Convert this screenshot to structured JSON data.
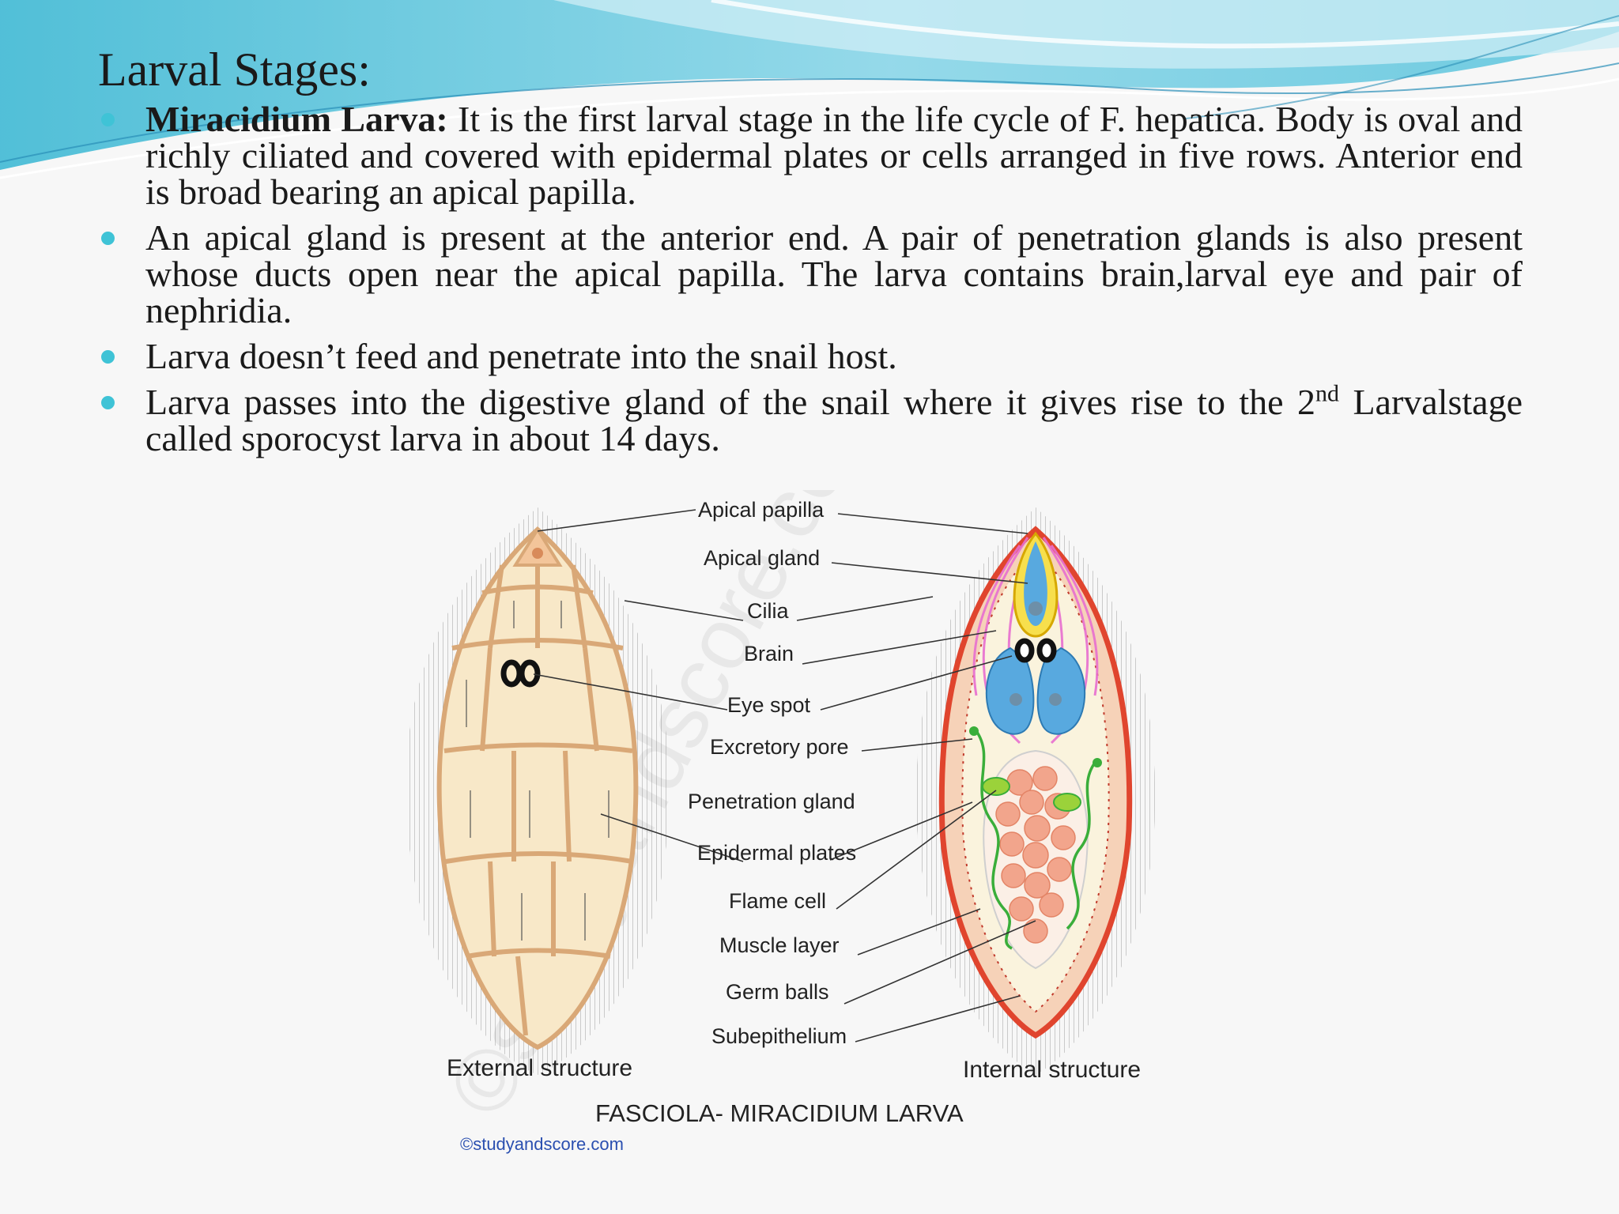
{
  "slide": {
    "title": "Larval Stages:",
    "bullets": [
      {
        "bold": "Miracidium Larva:",
        "text": " It is the first larval stage in the life cycle of F. hepatica. Body is oval and richly ciliated and covered with epidermal plates or cells arranged in five rows. Anterior end is broad bearing an apical papilla."
      },
      {
        "bold": "",
        "text": "An apical gland is present at the anterior end. A pair of penetration glands is also present whose ducts open near the apical papilla. The larva contains brain,larval eye and pair of nephridia."
      },
      {
        "bold": "",
        "text": "Larva doesn’t feed and penetrate into the snail host."
      },
      {
        "bold": "",
        "text": "Larva passes into the digestive gland of the snail where it gives rise to the 2",
        "sup": "nd",
        "after": " Larvalstage called sporocyst larva in about 14 days."
      }
    ]
  },
  "figure": {
    "labels": [
      "Apical papilla",
      "Apical gland",
      "Cilia",
      "Brain",
      "Eye spot",
      "Excretory pore",
      "Penetration gland",
      "Epidermal plates",
      "Flame cell",
      "Muscle layer",
      "Germ balls",
      "Subepithelium"
    ],
    "caption_left": "External structure",
    "caption_right": "Internal structure",
    "title": "FASCIOLA- MIRACIDIUM LARVA",
    "credit": "©studyandscore.com",
    "watermark": "©studyandscore.com"
  },
  "colors": {
    "bullet": "#3fc3d6",
    "accent_wave": "#5fc6dc",
    "body_fill": "#f8e8c8",
    "plate_border": "#d9a877",
    "outer_wall": "#e0452e",
    "gland_blue": "#58a9df",
    "gland_pink": "#e86fd0",
    "germ_ball": "#f2a58c",
    "flame_green": "#3aae3a"
  }
}
